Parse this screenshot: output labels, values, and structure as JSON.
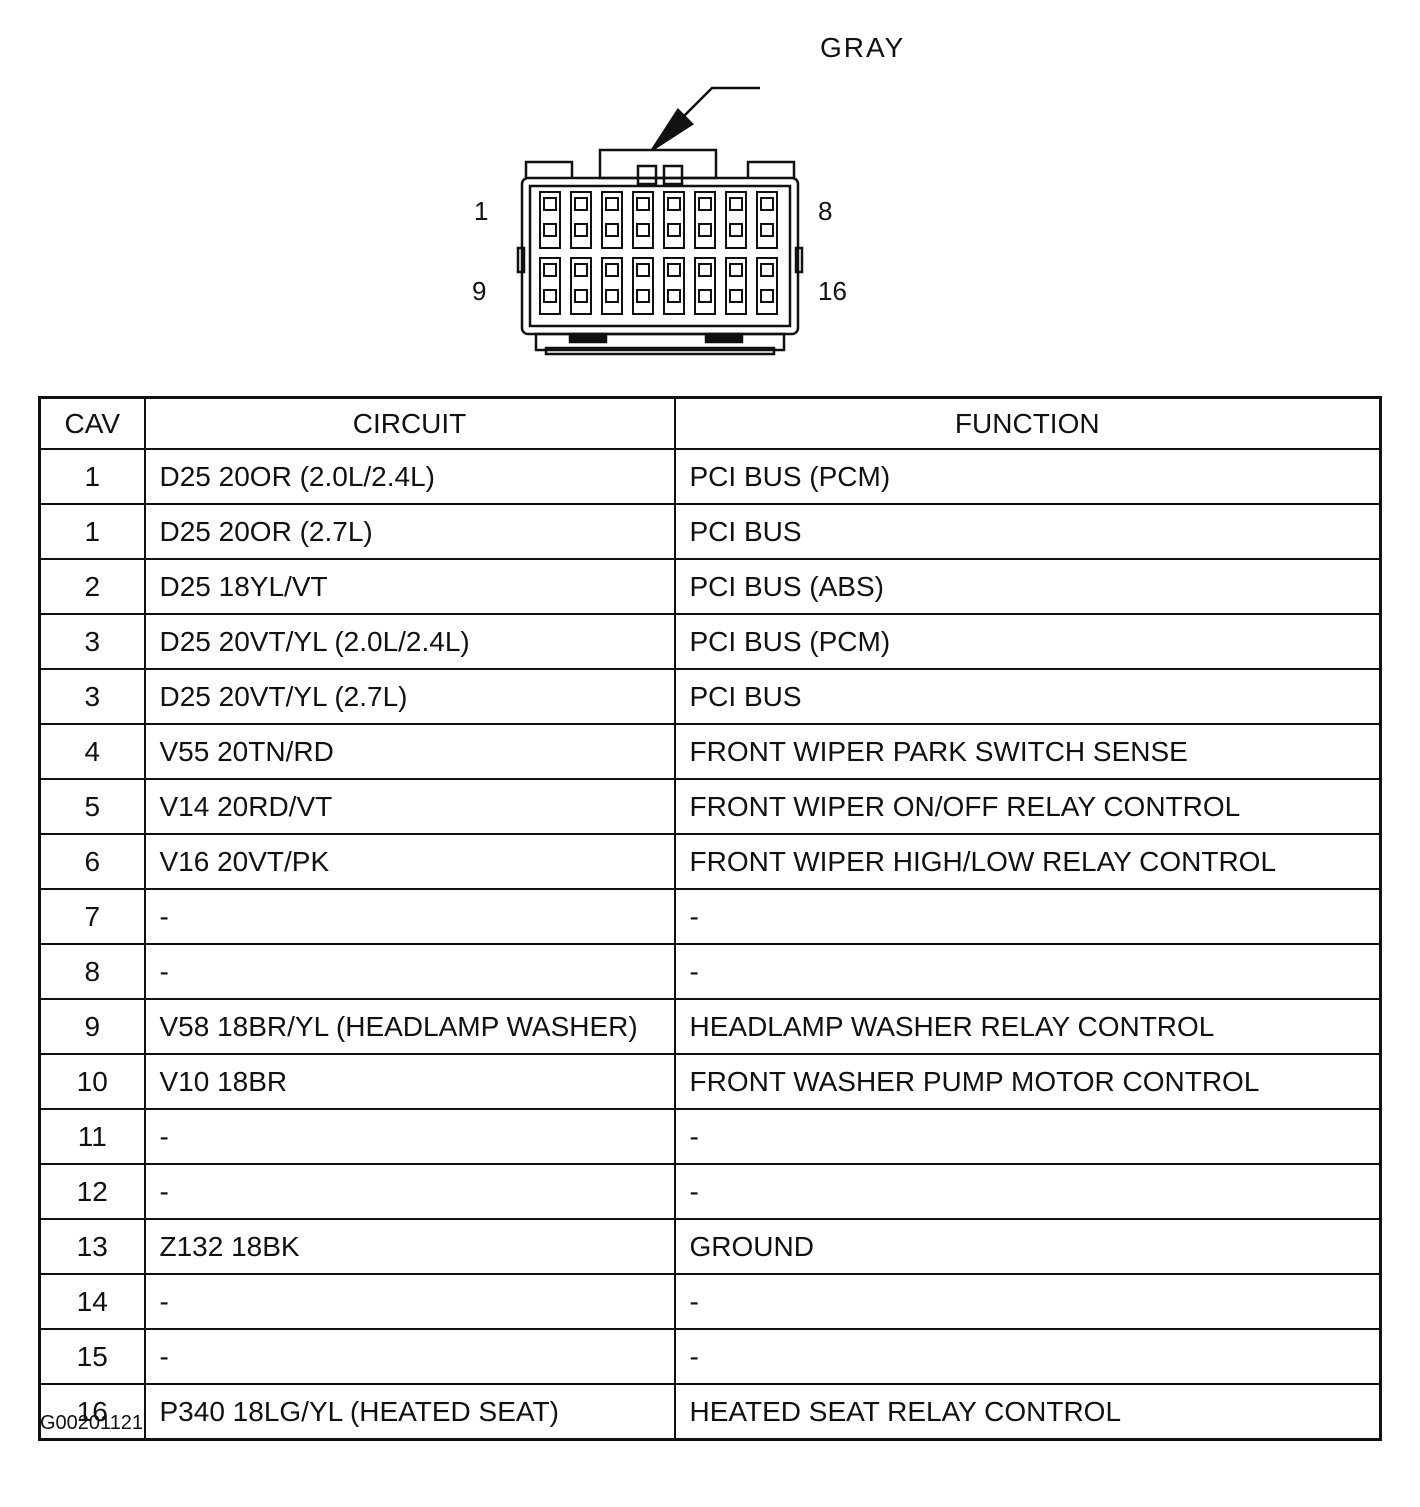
{
  "connector": {
    "color_label": "GRAY",
    "pin_labels": {
      "top_left": "1",
      "top_right": "8",
      "bottom_left": "9",
      "bottom_right": "16"
    }
  },
  "table": {
    "headers": {
      "cav": "CAV",
      "circuit": "CIRCUIT",
      "function": "FUNCTION"
    },
    "rows": [
      {
        "cav": "1",
        "circuit": "D25 20OR (2.0L/2.4L)",
        "function": "PCI BUS (PCM)"
      },
      {
        "cav": "1",
        "circuit": "D25 20OR (2.7L)",
        "function": "PCI BUS"
      },
      {
        "cav": "2",
        "circuit": "D25 18YL/VT",
        "function": "PCI BUS (ABS)"
      },
      {
        "cav": "3",
        "circuit": "D25 20VT/YL (2.0L/2.4L)",
        "function": "PCI BUS (PCM)"
      },
      {
        "cav": "3",
        "circuit": "D25 20VT/YL (2.7L)",
        "function": "PCI BUS"
      },
      {
        "cav": "4",
        "circuit": "V55 20TN/RD",
        "function": "FRONT WIPER PARK SWITCH SENSE"
      },
      {
        "cav": "5",
        "circuit": "V14 20RD/VT",
        "function": "FRONT WIPER ON/OFF RELAY CONTROL"
      },
      {
        "cav": "6",
        "circuit": "V16 20VT/PK",
        "function": "FRONT WIPER HIGH/LOW RELAY CONTROL"
      },
      {
        "cav": "7",
        "circuit": "-",
        "function": "-"
      },
      {
        "cav": "8",
        "circuit": "-",
        "function": "-"
      },
      {
        "cav": "9",
        "circuit": "V58 18BR/YL (HEADLAMP WASHER)",
        "function": "HEADLAMP WASHER RELAY CONTROL"
      },
      {
        "cav": "10",
        "circuit": "V10 18BR",
        "function": "FRONT WASHER PUMP MOTOR CONTROL"
      },
      {
        "cav": "11",
        "circuit": "-",
        "function": "-"
      },
      {
        "cav": "12",
        "circuit": "-",
        "function": "-"
      },
      {
        "cav": "13",
        "circuit": "Z132 18BK",
        "function": "GROUND"
      },
      {
        "cav": "14",
        "circuit": "-",
        "function": "-"
      },
      {
        "cav": "15",
        "circuit": "-",
        "function": "-"
      },
      {
        "cav": "16",
        "circuit": "P340 18LG/YL (HEATED SEAT)",
        "function": "HEATED SEAT RELAY CONTROL"
      }
    ]
  },
  "figure_id": "G00201121"
}
